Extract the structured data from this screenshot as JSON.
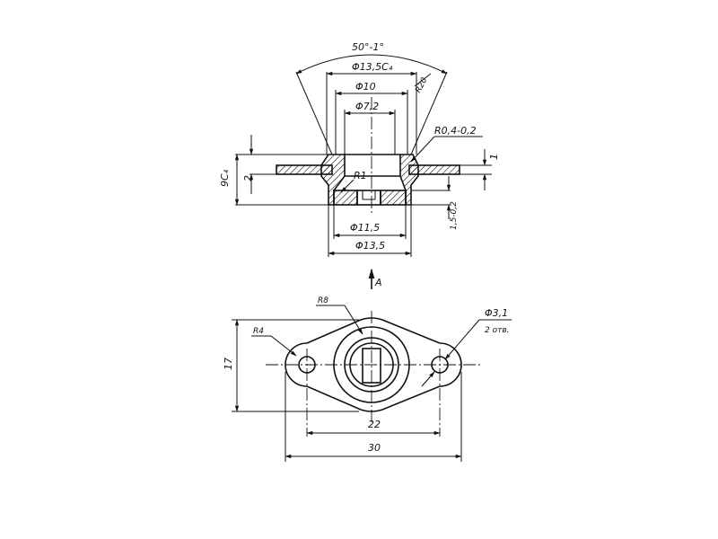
{
  "drawing": {
    "angle_label": "50°-1°",
    "d_13_5_c4": "Φ13,5C₄",
    "d_10": "Φ10",
    "d_7_2": "Φ7,2",
    "r_0_4": "R0,4-0,2",
    "r_20": "R20",
    "h_9c4": "9C₄",
    "h_2": "2",
    "h_1": "1",
    "r_1": "R1",
    "h_1_5": "1,5-0,2",
    "d_11_5": "Φ11,5",
    "d_13_5": "Φ13,5",
    "view_label": "A",
    "r_8": "R8",
    "r_4": "R4",
    "hole_d": "Φ3,1",
    "hole_count": "2 отв.",
    "h_17": "17",
    "w_22": "22",
    "w_30": "30"
  }
}
